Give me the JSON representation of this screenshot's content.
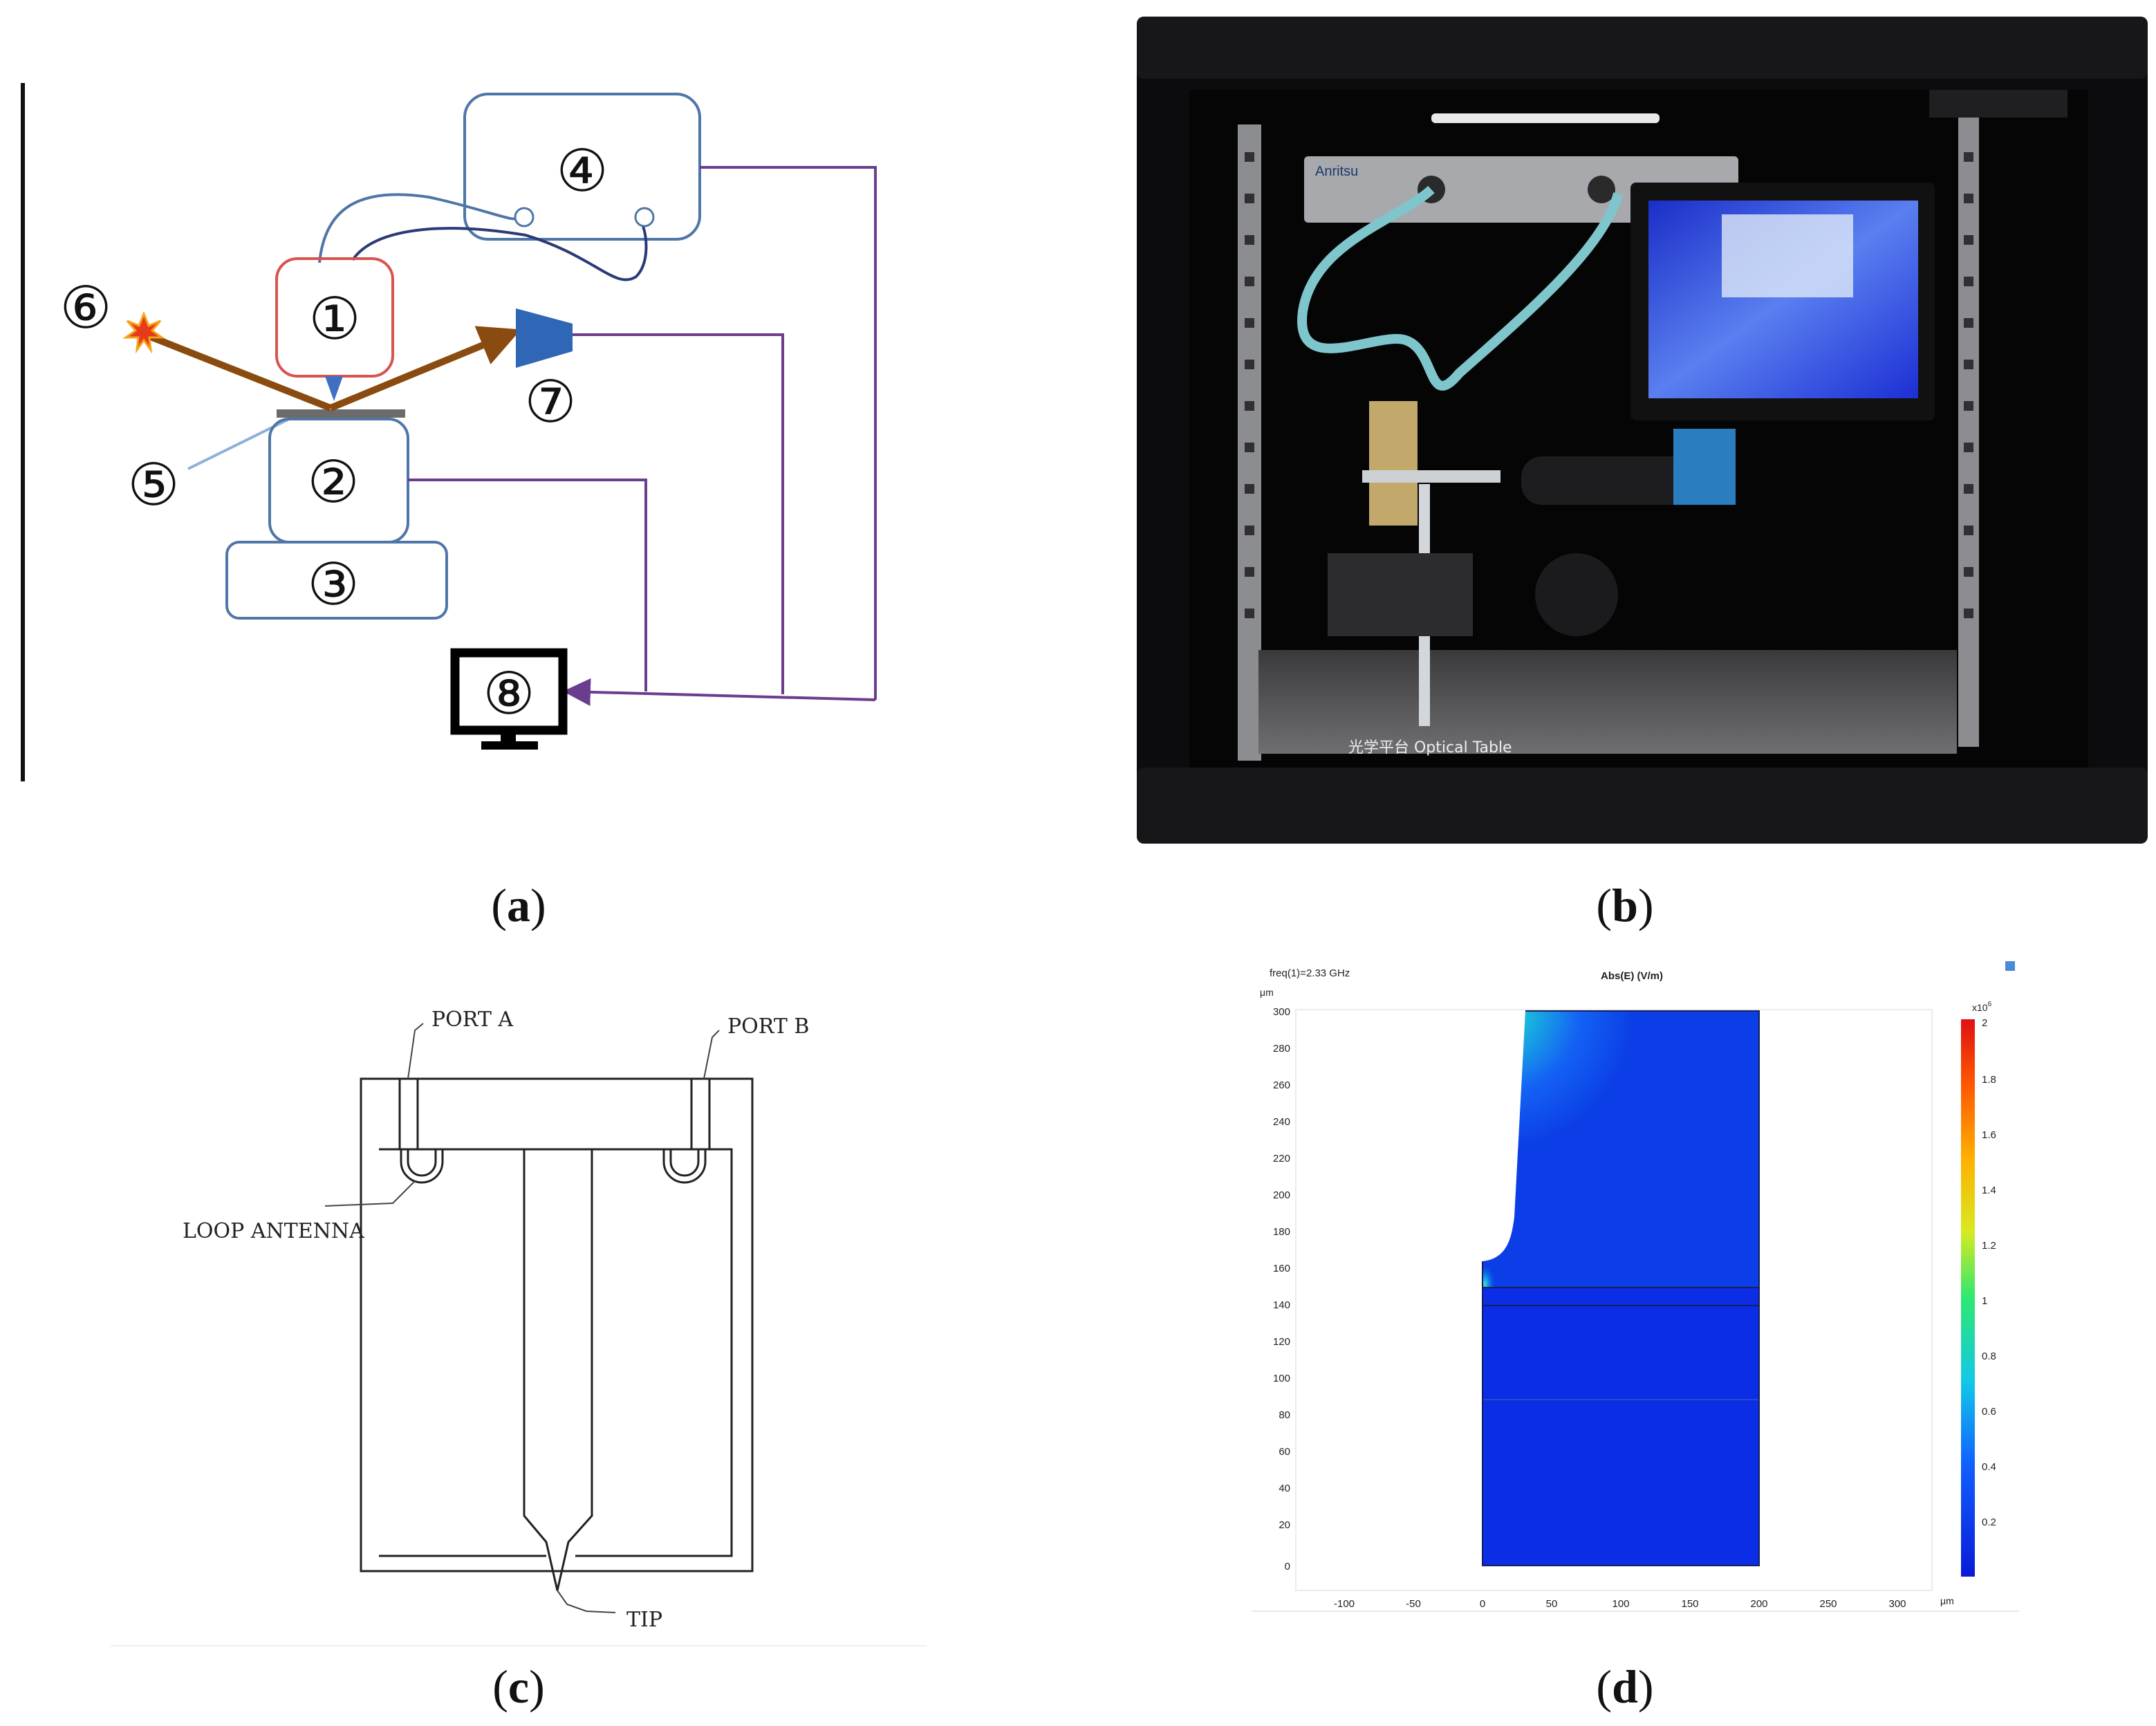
{
  "panel_a": {
    "labels": [
      "①",
      "②",
      "③",
      "④",
      "⑤",
      "⑥",
      "⑦",
      "⑧"
    ],
    "colors": {
      "blue": "#4f76a6",
      "red": "#d9534f",
      "purple": "#6a3d8e",
      "arrow": "#8a4b10",
      "prism": "#2f66b5"
    }
  },
  "panel_b": {
    "table_label": "光学平台  Optical Table",
    "instrument_brand": "Anritsu"
  },
  "panel_c": {
    "port_a": "PORT  A",
    "port_b": "PORT  B",
    "loop_antenna": "LOOP  ANTENNA",
    "tip": "TIP"
  },
  "panel_d": {
    "freq_label": "freq(1)=2.33 GHz",
    "title": "Abs(E) (V/m)",
    "y_unit": "μm",
    "x_unit": "μm",
    "y_ticks": [
      "300",
      "280",
      "260",
      "240",
      "220",
      "200",
      "180",
      "160",
      "140",
      "120",
      "100",
      "80",
      "60",
      "40",
      "20",
      "0"
    ],
    "x_ticks": [
      "-100",
      "-50",
      "0",
      "50",
      "100",
      "150",
      "200",
      "250",
      "300"
    ],
    "colorbar_exp": "x10",
    "colorbar_exp_power": "6",
    "colorbar_ticks": [
      "2",
      "1.8",
      "1.6",
      "1.4",
      "1.2",
      "1",
      "0.8",
      "0.6",
      "0.4",
      "0.2"
    ]
  },
  "captions": {
    "a": "a",
    "b": "b",
    "c": "c",
    "d": "d"
  }
}
